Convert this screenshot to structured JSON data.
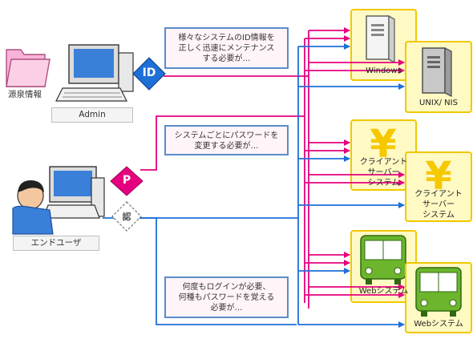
{
  "callouts": {
    "top": [
      "様々なシステムのID情報を",
      "正しく迅速にメンテナンス",
      "する必要が…"
    ],
    "middle": [
      "システムごとにパスワードを",
      "変更する必要が…"
    ],
    "bottom": [
      "何度もログインが必要、",
      "何種もパスワードを覚える",
      "必要が…"
    ]
  },
  "badges": {
    "id": "ID",
    "password": "P",
    "auth": "認"
  },
  "actors": {
    "source": "源泉情報",
    "admin": "Admin",
    "end_user": "エンドユーザ"
  },
  "systems": {
    "windows": "Windows",
    "unix": "UNIX/ NIS",
    "client_server_1": [
      "クライアント",
      "サーバー",
      "システム"
    ],
    "client_server_2": [
      "クライアント",
      "サーバー",
      "システム"
    ],
    "web_1": "Webシステム",
    "web_2": "Webシステム"
  },
  "colors": {
    "magenta": "#e4007f",
    "blue": "#1e6fd8",
    "node_bg": "#fff9c4",
    "node_border": "#f0c800",
    "yen": "#f6c800",
    "bus": "#6cb52d"
  }
}
